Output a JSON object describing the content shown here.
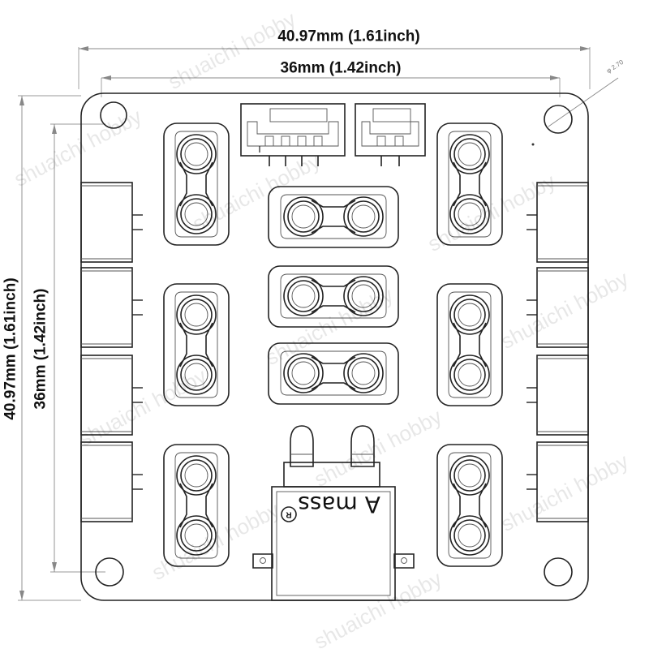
{
  "dimensions": {
    "top_outer": "40.97mm (1.61inch)",
    "top_inner": "36mm (1.42inch)",
    "left_outer": "40.97mm (1.61inch)",
    "left_inner": "36mm (1.42inch)",
    "hole_diameter": "φ 2.70"
  },
  "brand": {
    "mark": "R",
    "name": "A mass"
  },
  "watermark": "shuaichi hobby",
  "colors": {
    "line": "#222222",
    "dim_line": "#888888",
    "watermark": "#000000"
  }
}
